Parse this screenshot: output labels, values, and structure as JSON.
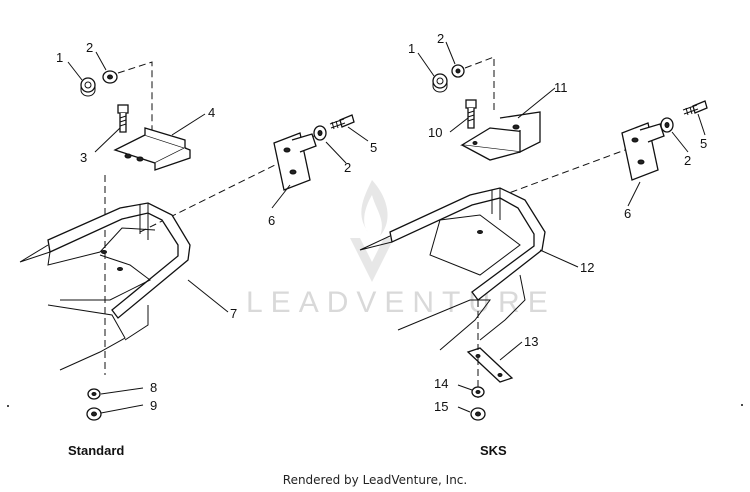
{
  "watermark": {
    "text": "LEADVENTURE"
  },
  "footer": {
    "text": "Rendered by LeadVenture, Inc."
  },
  "standard": {
    "title": "Standard",
    "callouts": {
      "c1": "1",
      "c2": "2",
      "c3": "3",
      "c4": "4",
      "c5": "5",
      "c2b": "2",
      "c6": "6",
      "c7": "7",
      "c8": "8",
      "c9": "9"
    }
  },
  "sks": {
    "title": "SKS",
    "callouts": {
      "c1": "1",
      "c2": "2",
      "c10": "10",
      "c11": "11",
      "c5": "5",
      "c2b": "2",
      "c6": "6",
      "c12": "12",
      "c13": "13",
      "c14": "14",
      "c15": "15"
    }
  }
}
